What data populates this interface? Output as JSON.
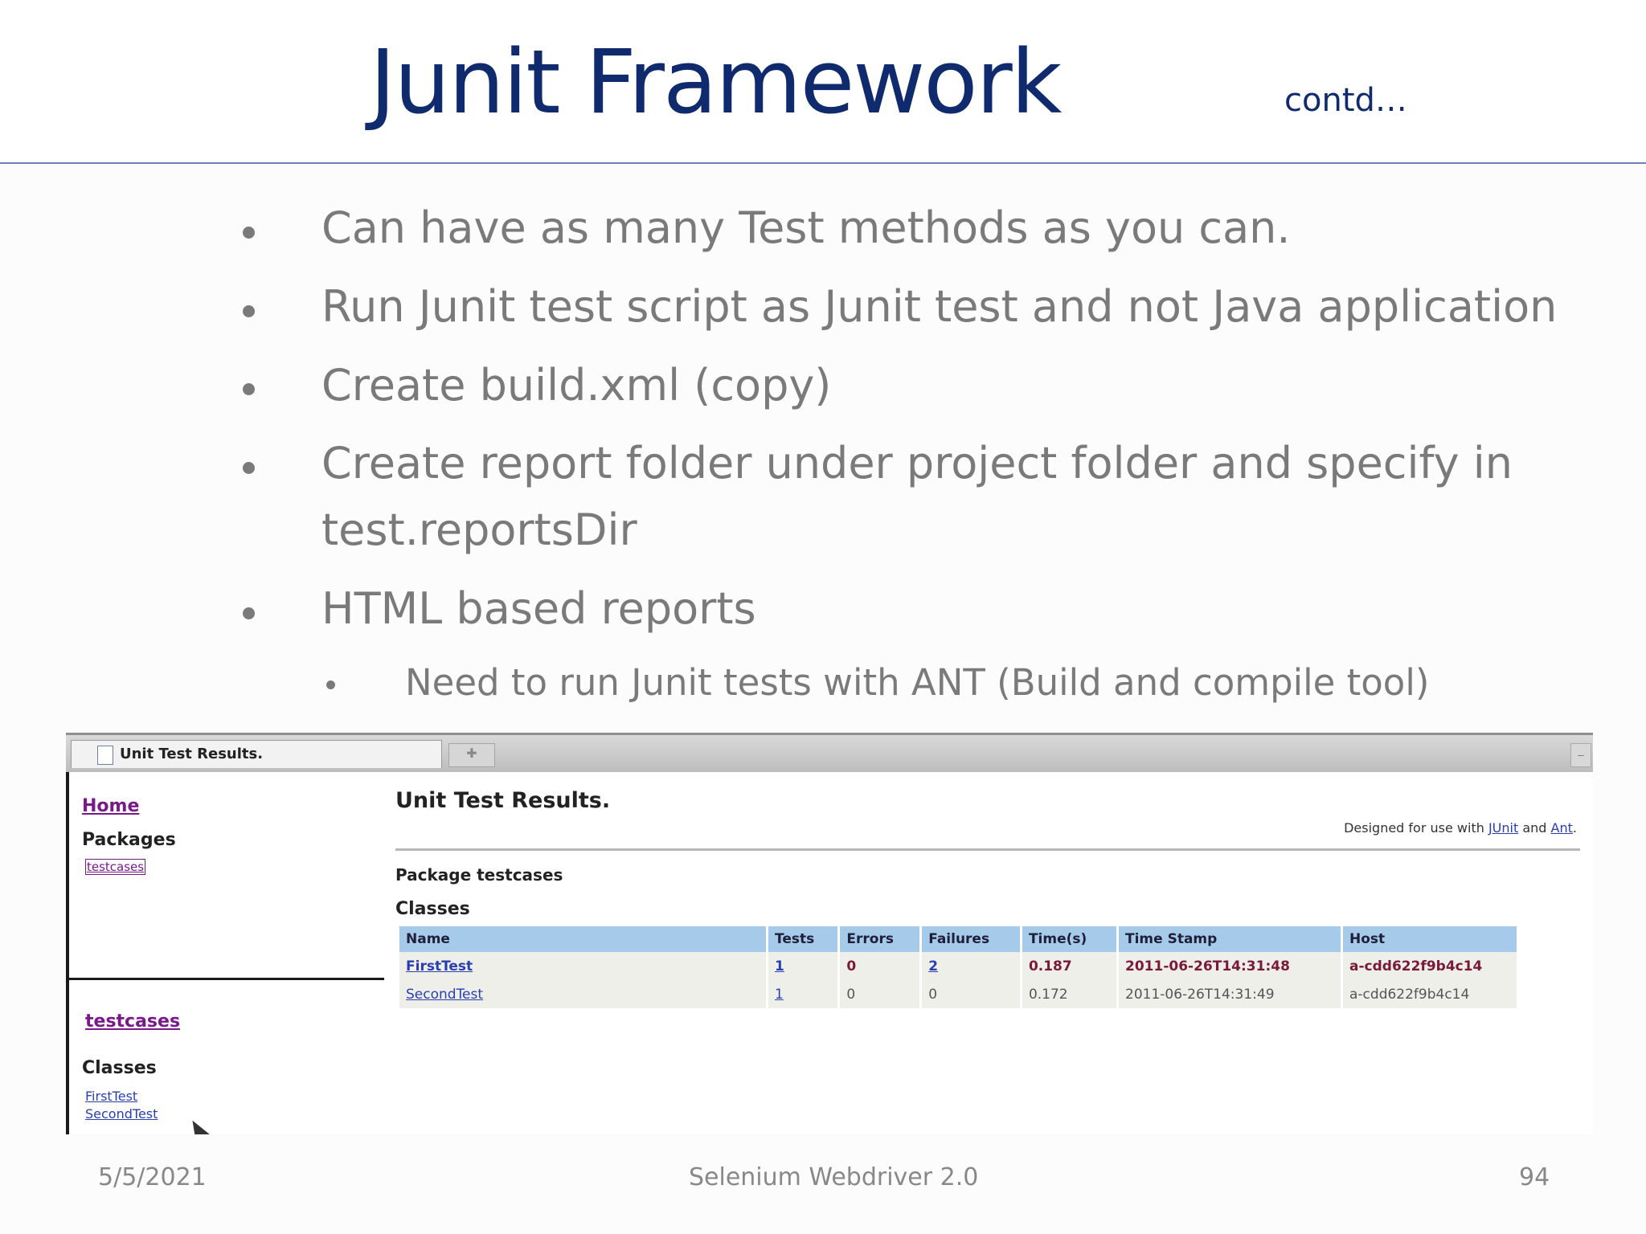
{
  "slide": {
    "title": "Junit Framework",
    "subtitle": "contd…",
    "bullets": [
      "Can have as many Test methods as you can.",
      "Run Junit test script as Junit test and not Java application",
      "Create build.xml (copy)",
      "Create report folder under project folder and specify in",
      "test.reportsDir",
      "HTML based reports"
    ],
    "sub_bullet": "Need to run Junit tests with ANT (Build and compile tool)"
  },
  "screenshot": {
    "tab_title": "Unit Test Results.",
    "left_top": {
      "home_link": "Home",
      "packages_label": "Packages",
      "package_link": "testcases"
    },
    "left_bottom": {
      "package_title": "testcases",
      "classes_label": "Classes",
      "class_links": [
        "FirstTest",
        "SecondTest"
      ]
    },
    "main": {
      "heading": "Unit Test Results.",
      "designed_prefix": "Designed for use with",
      "junit_link": "JUnit",
      "designed_and": "and",
      "ant_link": "Ant",
      "designed_suffix": ".",
      "package_heading": "Package testcases",
      "classes_heading": "Classes",
      "table": {
        "columns": [
          "Name",
          "Tests",
          "Errors",
          "Failures",
          "Time(s)",
          "Time Stamp",
          "Host"
        ],
        "rows": [
          [
            "FirstTest",
            "1",
            "0",
            "2",
            "0.187",
            "2011-06-26T14:31:48",
            "a-cdd622f9b4c14"
          ],
          [
            "SecondTest",
            "1",
            "0",
            "0",
            "0.172",
            "2011-06-26T14:31:49",
            "a-cdd622f9b4c14"
          ]
        ]
      }
    }
  },
  "footer": {
    "date": "5/5/2021",
    "center": "Selenium Webdriver 2.0",
    "page": "94"
  }
}
